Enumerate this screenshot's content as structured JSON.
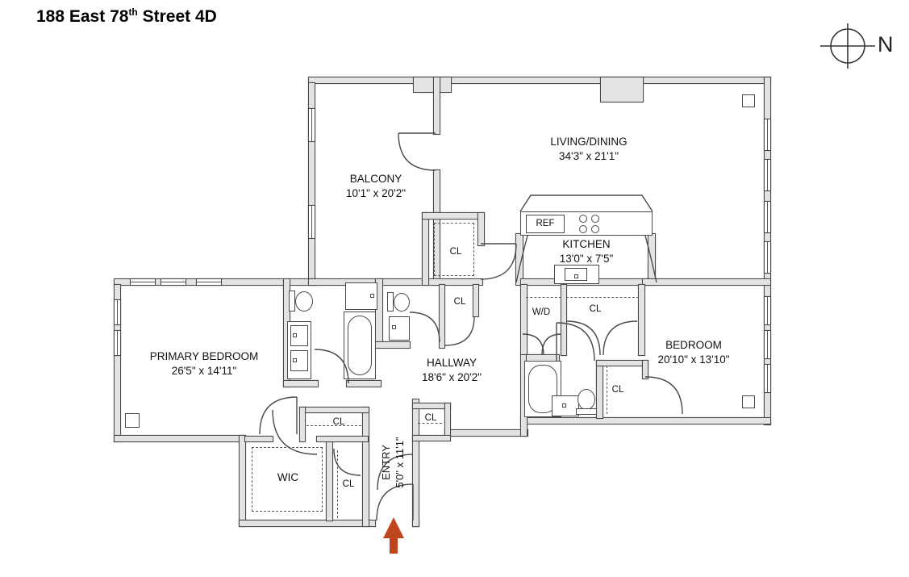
{
  "header": {
    "title_main": "188 East 78",
    "title_sup": "th",
    "title_rest": " Street 4D"
  },
  "compass": {
    "label": "N"
  },
  "rooms": {
    "living": {
      "name": "LIVING/DINING",
      "dims": "34'3\" x 21'1\""
    },
    "balcony": {
      "name": "BALCONY",
      "dims": "10'1\" x 20'2\""
    },
    "kitchen": {
      "name": "KITCHEN",
      "dims": "13'0\" x 7'5\""
    },
    "primary": {
      "name": "PRIMARY BEDROOM",
      "dims": "26'5\" x 14'11\""
    },
    "hallway": {
      "name": "HALLWAY",
      "dims": "18'6\" x 20'2\""
    },
    "bedroom": {
      "name": "BEDROOM",
      "dims": "20'10\" x 13'10\""
    },
    "entry": {
      "name": "ENTRY",
      "dims": "5'0\" x 11'1\""
    },
    "wic": {
      "name": "WIC"
    }
  },
  "fixtures": {
    "closet": "CL",
    "washer_dryer": "W/D",
    "refrigerator": "REF"
  },
  "colors": {
    "wall_fill": "#e3e3e3",
    "line": "#4a4a4a",
    "text": "#111111",
    "arrow": "#bf451c"
  }
}
